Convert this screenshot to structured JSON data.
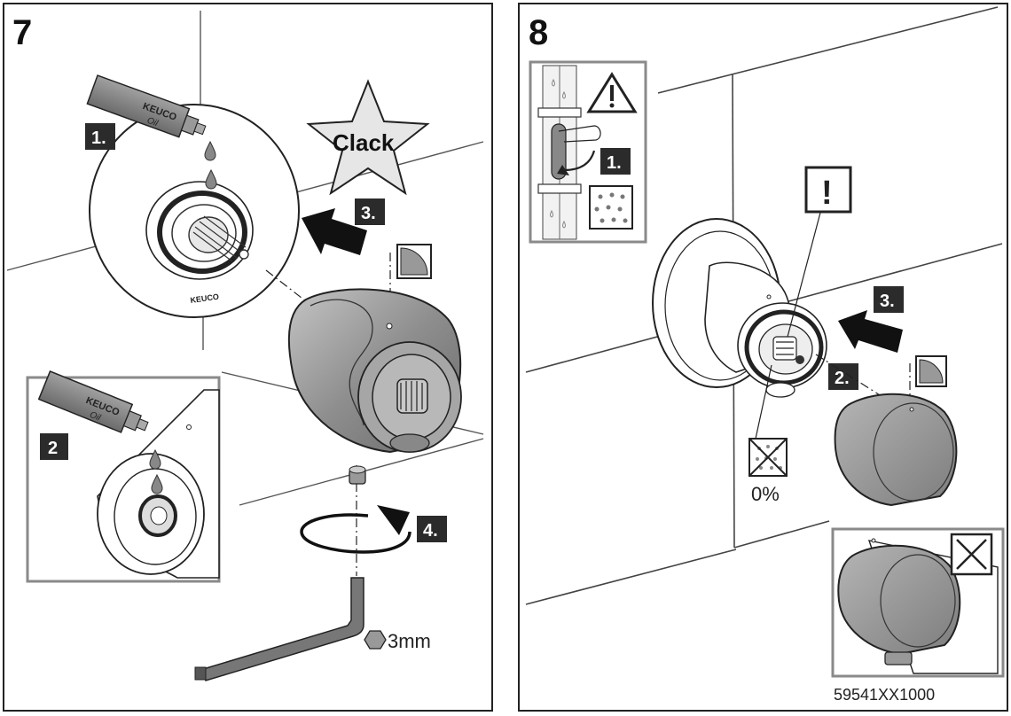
{
  "panel7": {
    "number": "7",
    "steps": {
      "s1": "1.",
      "s2": "2",
      "s3": "3.",
      "s4": "4."
    },
    "brand": "KEUCO",
    "oil": "Oil",
    "clack": "Clack",
    "tool_size": "3mm"
  },
  "panel8": {
    "number": "8",
    "steps": {
      "s1": "1.",
      "s2": "2.",
      "s3": "3."
    },
    "warning_symbol": "!",
    "percent": "0%",
    "part_number": "59541XX1000"
  },
  "colors": {
    "outline": "#222222",
    "label_bg": "#2b2b2b",
    "body_gray": "#9a9a9a",
    "inset_border": "#8a8a8a"
  }
}
